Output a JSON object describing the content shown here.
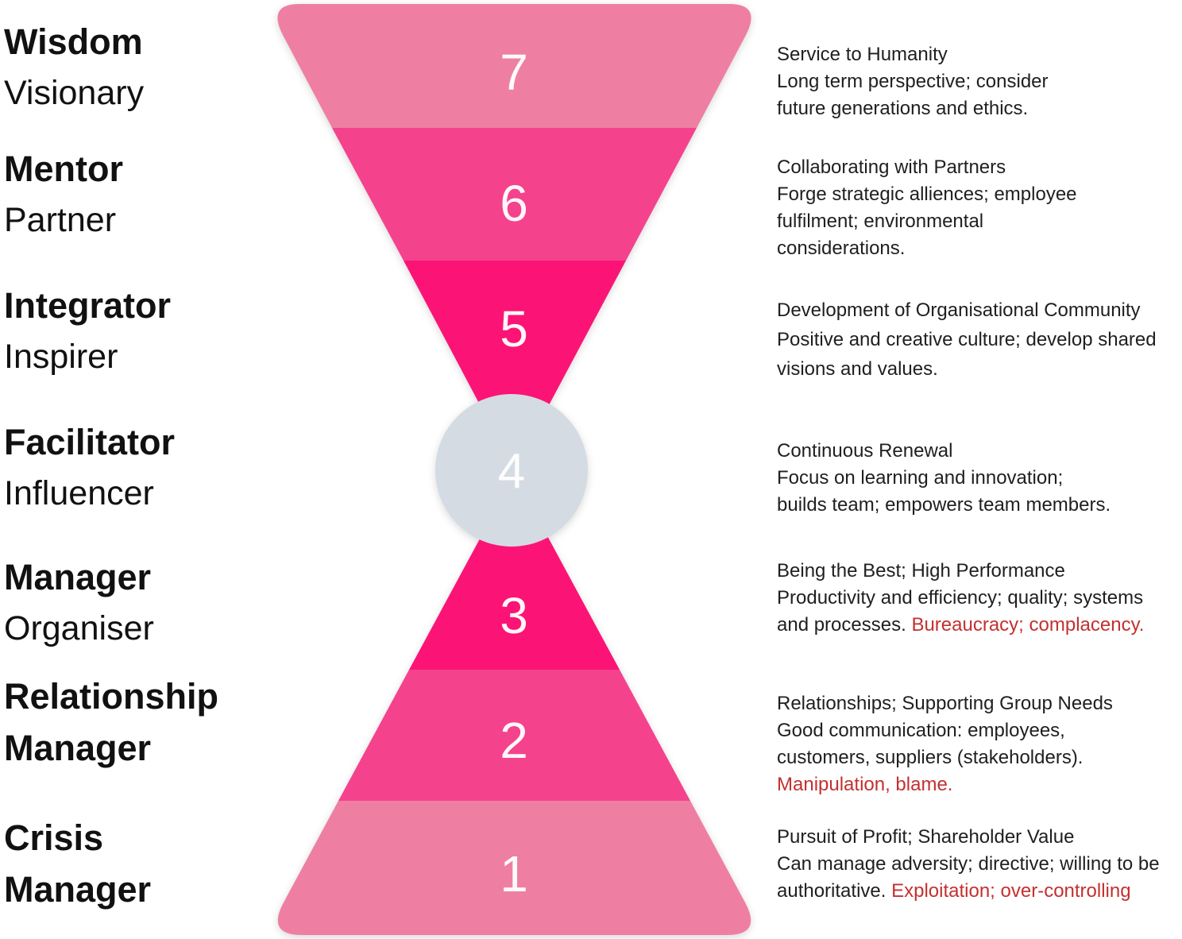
{
  "colors": {
    "pink_light": "#ee7fa3",
    "pink_mid": "#f5428d",
    "pink_vivid": "#fb1475",
    "circle": "#d5dbe3",
    "number_white": "#ffffff",
    "warning_red": "#c43030",
    "text_dark": "#1f1f1f"
  },
  "levels": [
    {
      "number": "7",
      "label_bold": "Wisdom",
      "label_regular": "Visionary",
      "desc_main": "Service to Humanity\nLong term perspective; consider\nfuture generations and ethics.",
      "desc_warning": ""
    },
    {
      "number": "6",
      "label_bold": "Mentor",
      "label_regular": "Partner",
      "desc_main": "Collaborating with Partners\nForge strategic alliences; employee\nfulfilment; environmental\nconsiderations.",
      "desc_warning": ""
    },
    {
      "number": "5",
      "label_bold": "Integrator",
      "label_regular": "Inspirer",
      "desc_main": "Development of Organisational Community\nPositive and creative culture; develop shared\nvisions and values.",
      "desc_warning": ""
    },
    {
      "number": "4",
      "label_bold": "Facilitator",
      "label_regular": "Influencer",
      "desc_main": "Continuous Renewal\nFocus on learning and innovation;\nbuilds team; empowers team members.",
      "desc_warning": ""
    },
    {
      "number": "3",
      "label_bold": "Manager",
      "label_regular": "Organiser",
      "desc_main": "Being the Best; High Performance\nProductivity and efficiency; quality; systems\nand processes. ",
      "desc_warning": "Bureaucracy; complacency."
    },
    {
      "number": "2",
      "label_bold": "Relationship\nManager",
      "label_regular": "",
      "desc_main": "Relationships; Supporting Group Needs\nGood communication: employees,\ncustomers, suppliers (stakeholders).",
      "desc_warning": "Manipulation, blame."
    },
    {
      "number": "1",
      "label_bold": "Crisis\nManager",
      "label_regular": "",
      "desc_main": "Pursuit of Profit; Shareholder Value\nCan manage adversity; directive; willing to be\nauthoritative. ",
      "desc_warning": "Exploitation; over-controlling"
    }
  ]
}
